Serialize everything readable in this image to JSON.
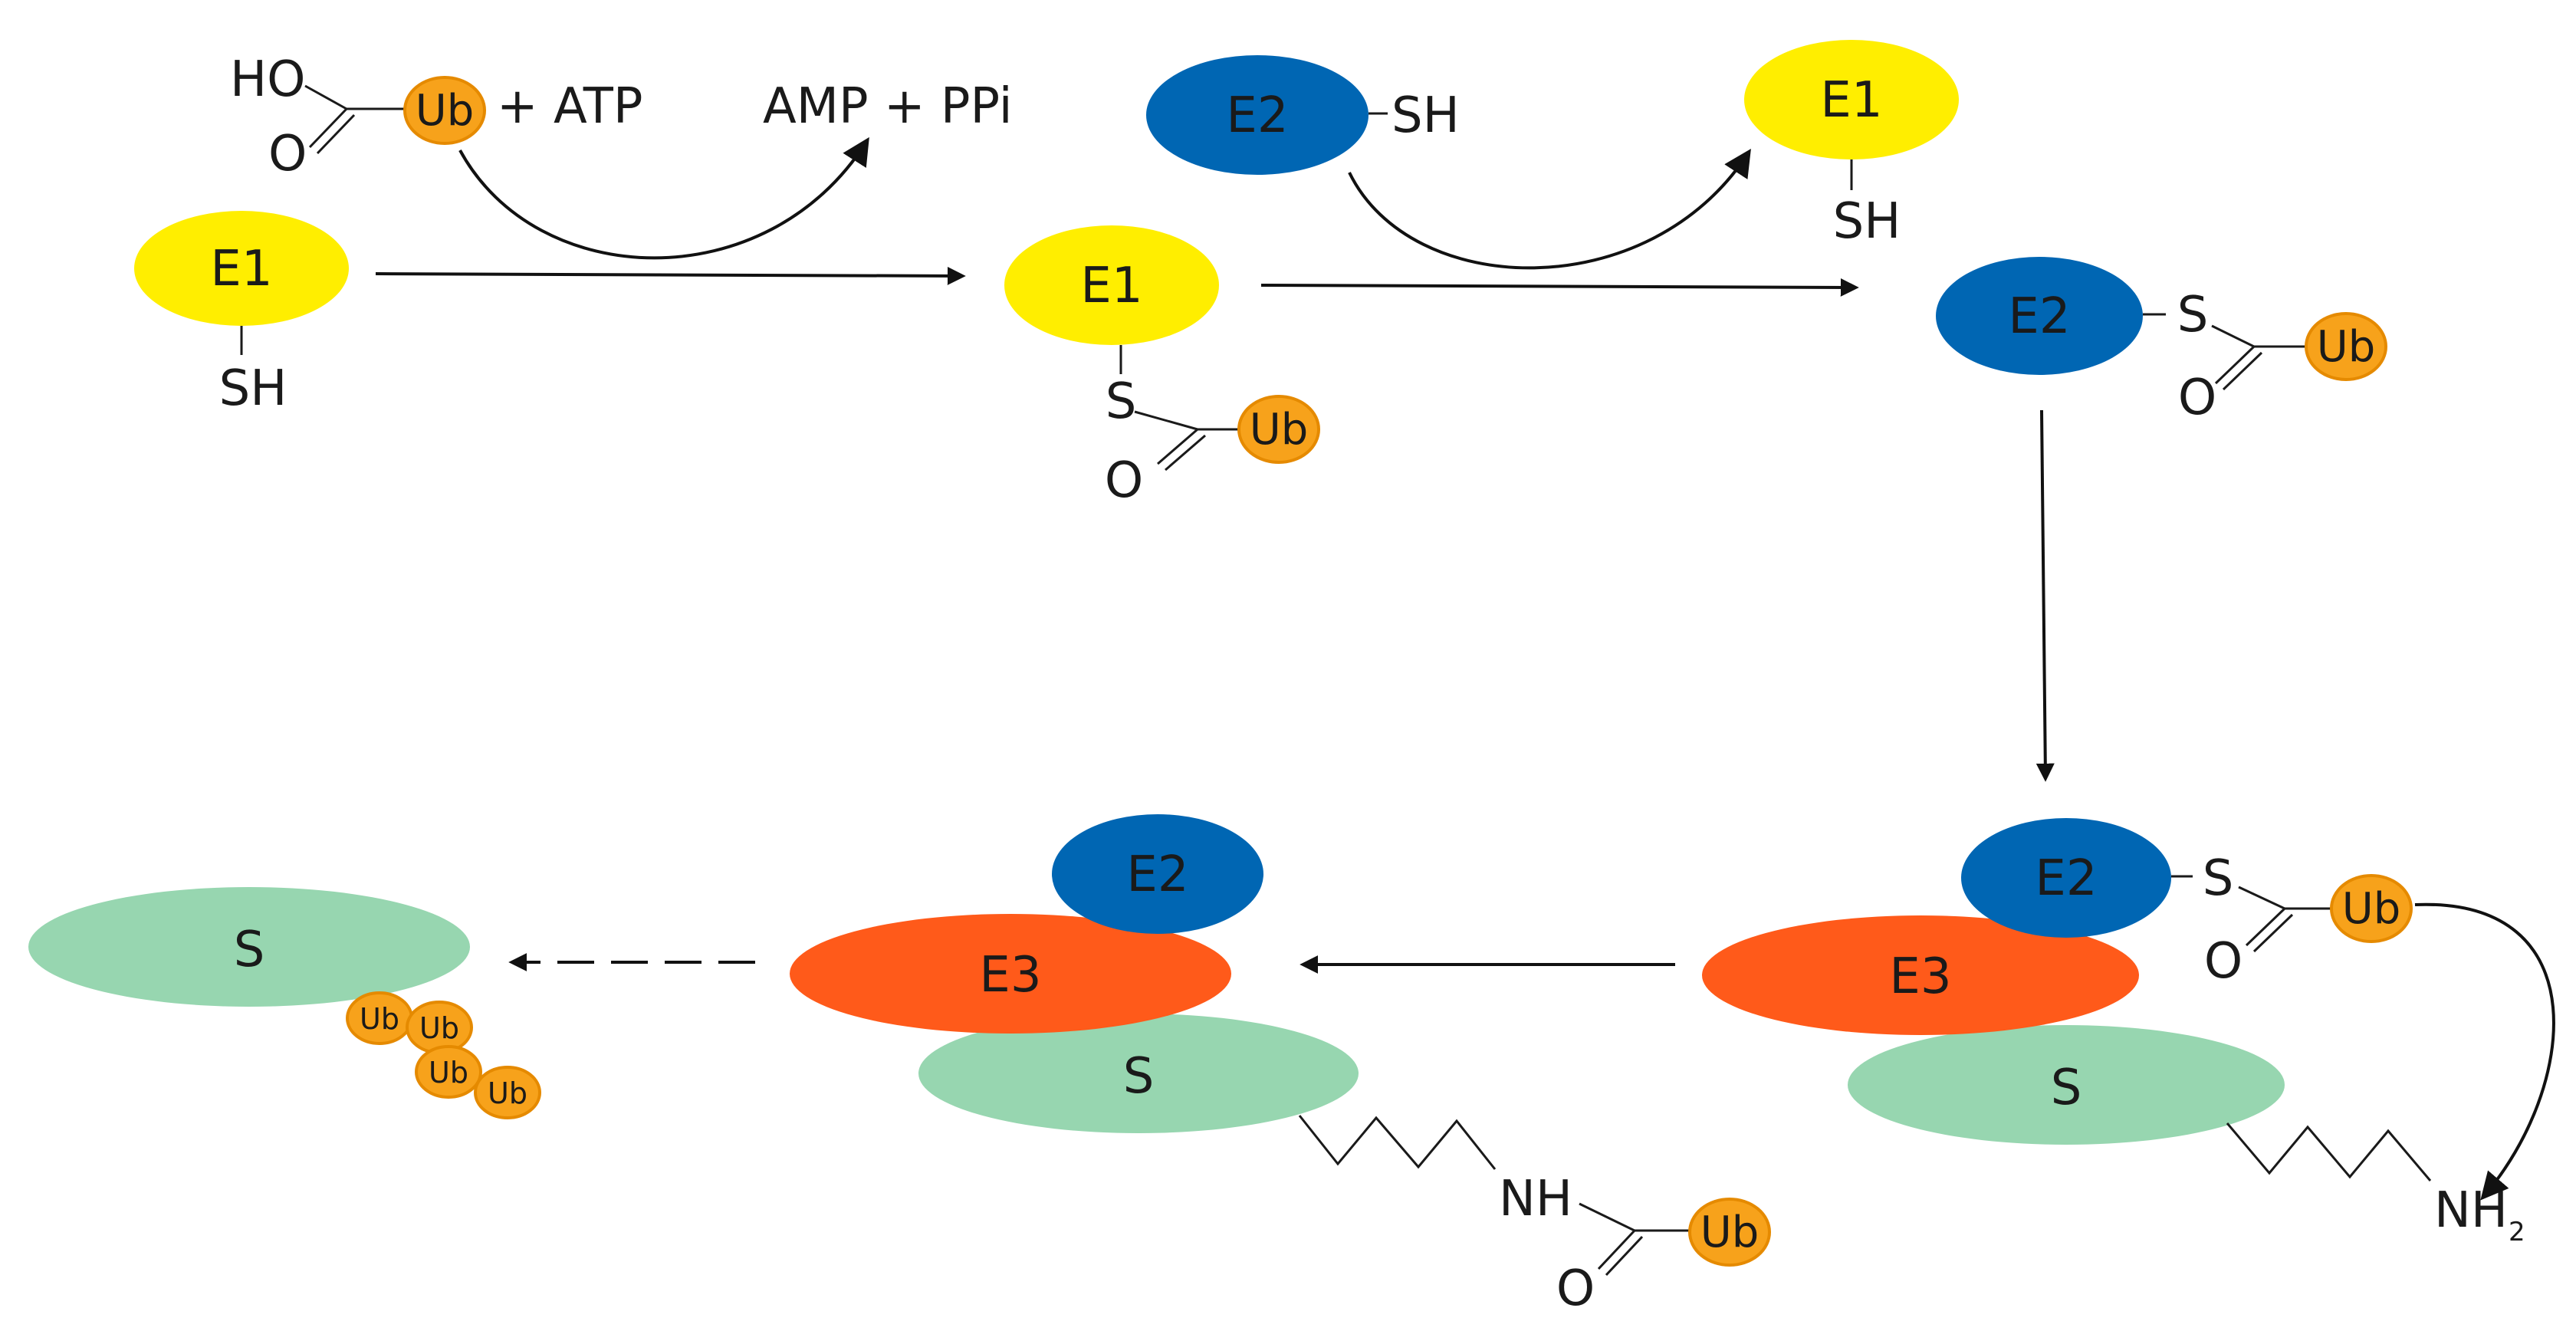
{
  "colors": {
    "e1": "#ffee00",
    "e2": "#0066b3",
    "e3": "#ff5a1a",
    "substrate": "#97d6b0",
    "ubiquitin": "#f7a21b",
    "ubiquitin_outline": "#e58a00"
  },
  "labels": {
    "e1": "E1",
    "e2": "E2",
    "e3": "E3",
    "substrate": "S",
    "ub": "Ub",
    "sh": "SH",
    "s": "S",
    "o": "O",
    "ho": "HO",
    "nh": "NH",
    "nh2": "NH",
    "nh2_sub": "2",
    "plus_atp": "+ ATP",
    "amp_ppi": "AMP + PPi"
  }
}
